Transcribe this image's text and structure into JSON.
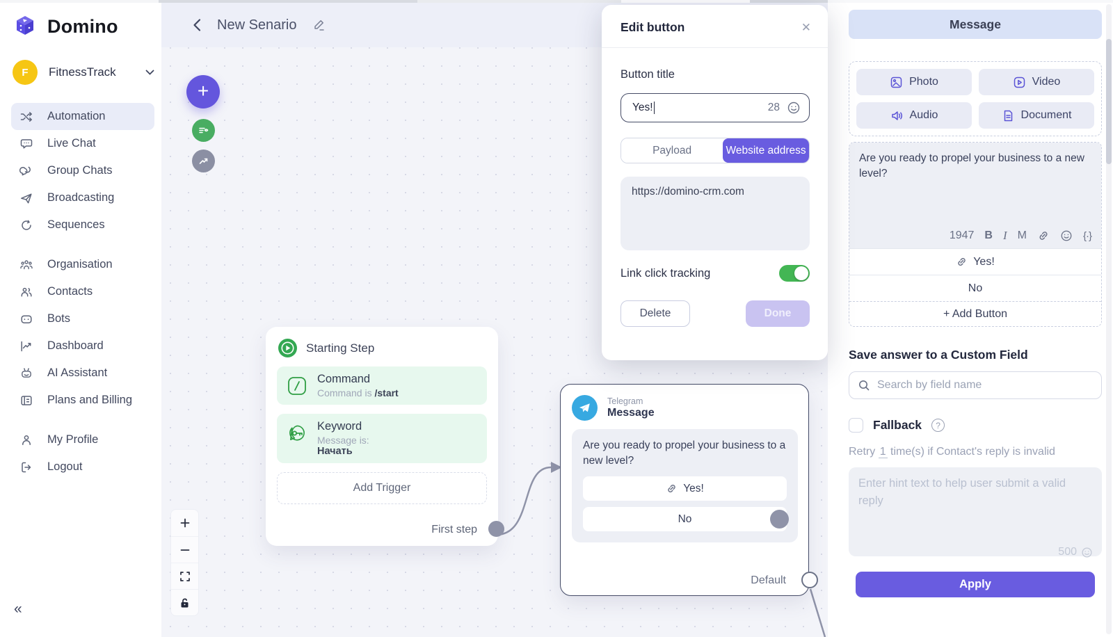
{
  "colors": {
    "accent": "#695ce0",
    "toggle_on": "#43b654",
    "trigger_green": "#2f9e44",
    "telegram_blue": "#37a9e1",
    "panel_header_bg": "#d9e2f7",
    "avatar_yellow": "#f6c614"
  },
  "app": {
    "brand": "Domino",
    "workspace": {
      "name": "FitnessTrack",
      "initial": "F"
    }
  },
  "sidebar": {
    "items": [
      {
        "label": "Automation",
        "active": true
      },
      {
        "label": "Live Chat"
      },
      {
        "label": "Group Chats"
      },
      {
        "label": "Broadcasting"
      },
      {
        "label": "Sequences"
      },
      {
        "label": "Organisation"
      },
      {
        "label": "Contacts"
      },
      {
        "label": "Bots"
      },
      {
        "label": "Dashboard"
      },
      {
        "label": "AI Assistant"
      },
      {
        "label": "Plans and Billing"
      },
      {
        "label": "My Profile"
      },
      {
        "label": "Logout"
      }
    ],
    "collapse_glyph": "«"
  },
  "canvas": {
    "header": {
      "title": "New Senario"
    },
    "plus_glyph": "+",
    "starting_step": {
      "title": "Starting Step",
      "triggers": [
        {
          "title": "Command",
          "meta_label": "Command is",
          "meta_value": "/start"
        },
        {
          "title": "Keyword",
          "meta_label": "Message is:",
          "meta_value": "Начать"
        }
      ],
      "add_trigger_label": "Add Trigger",
      "output_label": "First step"
    },
    "telegram_node": {
      "channel": "Telegram",
      "type": "Message",
      "message": "Are you ready to propel your business to a new level?",
      "buttons": [
        {
          "label": "Yes!",
          "has_link": true
        },
        {
          "label": "No",
          "has_link": false
        }
      ],
      "output_label": "Default"
    }
  },
  "modal": {
    "title": "Edit button",
    "close_glyph": "✕",
    "button_title_label": "Button title",
    "title_input": {
      "value": "Yes!",
      "counter": "28"
    },
    "tabs": [
      {
        "label": "Payload",
        "active": false
      },
      {
        "label": "Website address",
        "active": true
      }
    ],
    "url_value": "https://domino-crm.com",
    "tracking_label": "Link click tracking",
    "tracking_on": true,
    "delete_label": "Delete",
    "done_label": "Done"
  },
  "panel": {
    "header": "Message",
    "media_buttons": [
      {
        "label": "Photo"
      },
      {
        "label": "Video"
      },
      {
        "label": "Audio"
      },
      {
        "label": "Document"
      }
    ],
    "message": {
      "text": "Are you ready to propel your business to a new level?",
      "counter": "1947",
      "tools": {
        "bold": "B",
        "italic": "I",
        "mono": "M",
        "braces": "{·}"
      }
    },
    "buttons": [
      {
        "label": "Yes!",
        "has_link": true
      },
      {
        "label": "No",
        "has_link": false
      }
    ],
    "add_button_label": "+ Add Button",
    "custom_field": {
      "heading": "Save answer to a Custom Field",
      "search_placeholder": "Search by field name"
    },
    "fallback": {
      "label": "Fallback",
      "help_glyph": "?",
      "retry_prefix": "Retry",
      "retry_count": "1",
      "retry_suffix": "time(s) if Contact's reply is invalid",
      "hint_placeholder": "Enter hint text to help user submit a valid reply",
      "hint_counter": "500"
    },
    "apply_label": "Apply"
  }
}
